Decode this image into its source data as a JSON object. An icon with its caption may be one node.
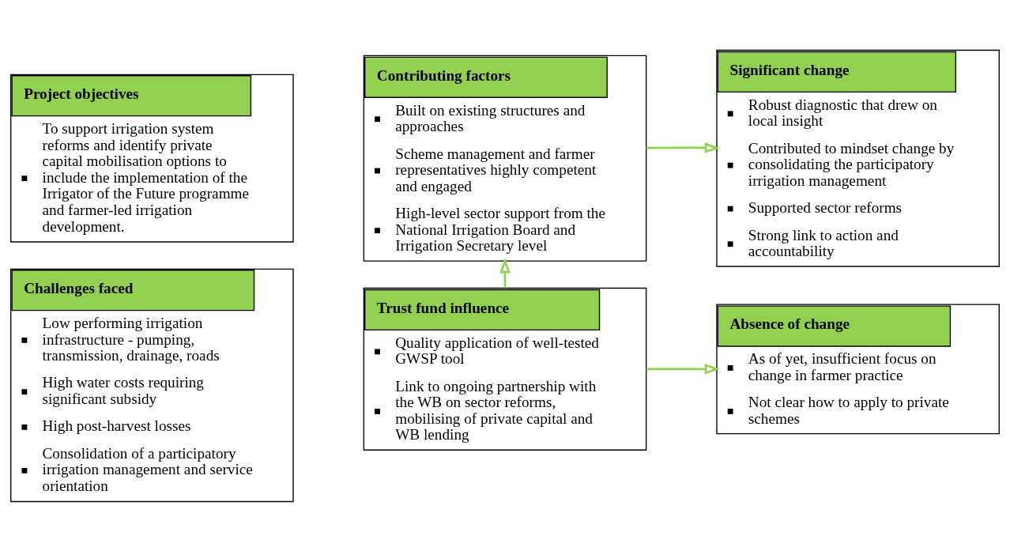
{
  "diagram": {
    "nodes": [
      {
        "text": [
          "Project objectives",
          "To support irrigation system reforms and identify private capital mobilisation options to include the implementation of the Irrigator of the Future programme and farmer-led irrigation development."
        ]
      },
      {
        "text": [
          "Challenges faced",
          "Low performing irrigation infrastructure - pumping, transmission, drainage, roads",
          "High water costs requiring significant subsidy",
          "High post-harvest losses",
          "Consolidation of a participatory irrigation management and service orientation"
        ]
      },
      {
        "text": [
          "Contributing factors",
          "Built on existing structures and approaches",
          "Scheme management and farmer representatives highly competent and engaged",
          "High-level sector support from the National Irrigation Board and Irrigation Secretary level"
        ]
      },
      {
        "text": [
          "Trust fund influence",
          "Quality application of well-tested GWSP tool",
          "Link to ongoing partnership with the WB on sector reforms, mobilising of private capital and WB lending"
        ]
      },
      {
        "text": [
          "Significant change",
          "Robust diagnostic that drew on local insight",
          "Contributed to mindset change by consolidating the participatory irrigation management",
          "Supported sector reforms",
          "Strong link to action and accountability"
        ]
      },
      {
        "text": [
          "Absence of change",
          "As of yet, insufficient focus on change in farmer practice",
          "Not clear how to apply to private schemes"
        ]
      }
    ],
    "edges": [
      {
        "from": 3,
        "to": 2,
        "arrow": "to"
      },
      {
        "from": 2,
        "to": 4,
        "arrow": "to"
      },
      {
        "from": 3,
        "to": 5,
        "arrow": "to"
      }
    ]
  }
}
